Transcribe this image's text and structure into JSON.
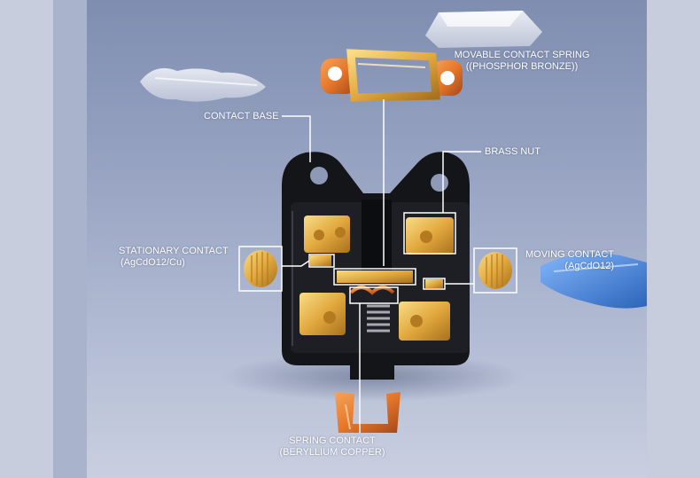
{
  "labels": {
    "movable_spring": {
      "line1": "MOVABLE CONTACT SPRING",
      "line2": "((PHOSPHOR BRONZE))"
    },
    "contact_base": "CONTACT BASE",
    "brass_nut": "BRASS NUT",
    "stationary_contact": {
      "line1": "STATIONARY CONTACT",
      "line2": "(AgCdO12/Cu)"
    },
    "moving_contact": {
      "line1": "MOVING CONTACT",
      "line2": "(AgCdO12)"
    },
    "spring_contact": {
      "line1": "SPRING CONTACT",
      "line2": "(BERYLLIUM COPPER)"
    }
  },
  "colors": {
    "housing": "#141518",
    "gold": "#e7b24a",
    "copper": "#e5772a",
    "callout": "#ffffff",
    "background": "#9aa6c4"
  }
}
